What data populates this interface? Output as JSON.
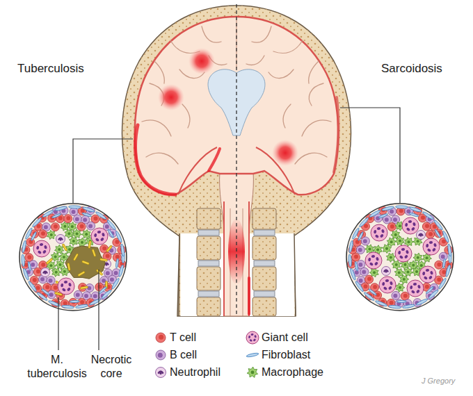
{
  "diagram": {
    "labels": [
      "Tuberculosis",
      "Sarcoidosis",
      "M. tuberculosis",
      "Necrotic core",
      "J Gregory"
    ],
    "legend": [
      {
        "text": "T cell"
      },
      {
        "text": "B cell"
      },
      {
        "text": "Neutrophil"
      },
      {
        "text": "Giant cell"
      },
      {
        "text": "Fibroblast"
      },
      {
        "text": "Macrophage"
      }
    ]
  }
}
